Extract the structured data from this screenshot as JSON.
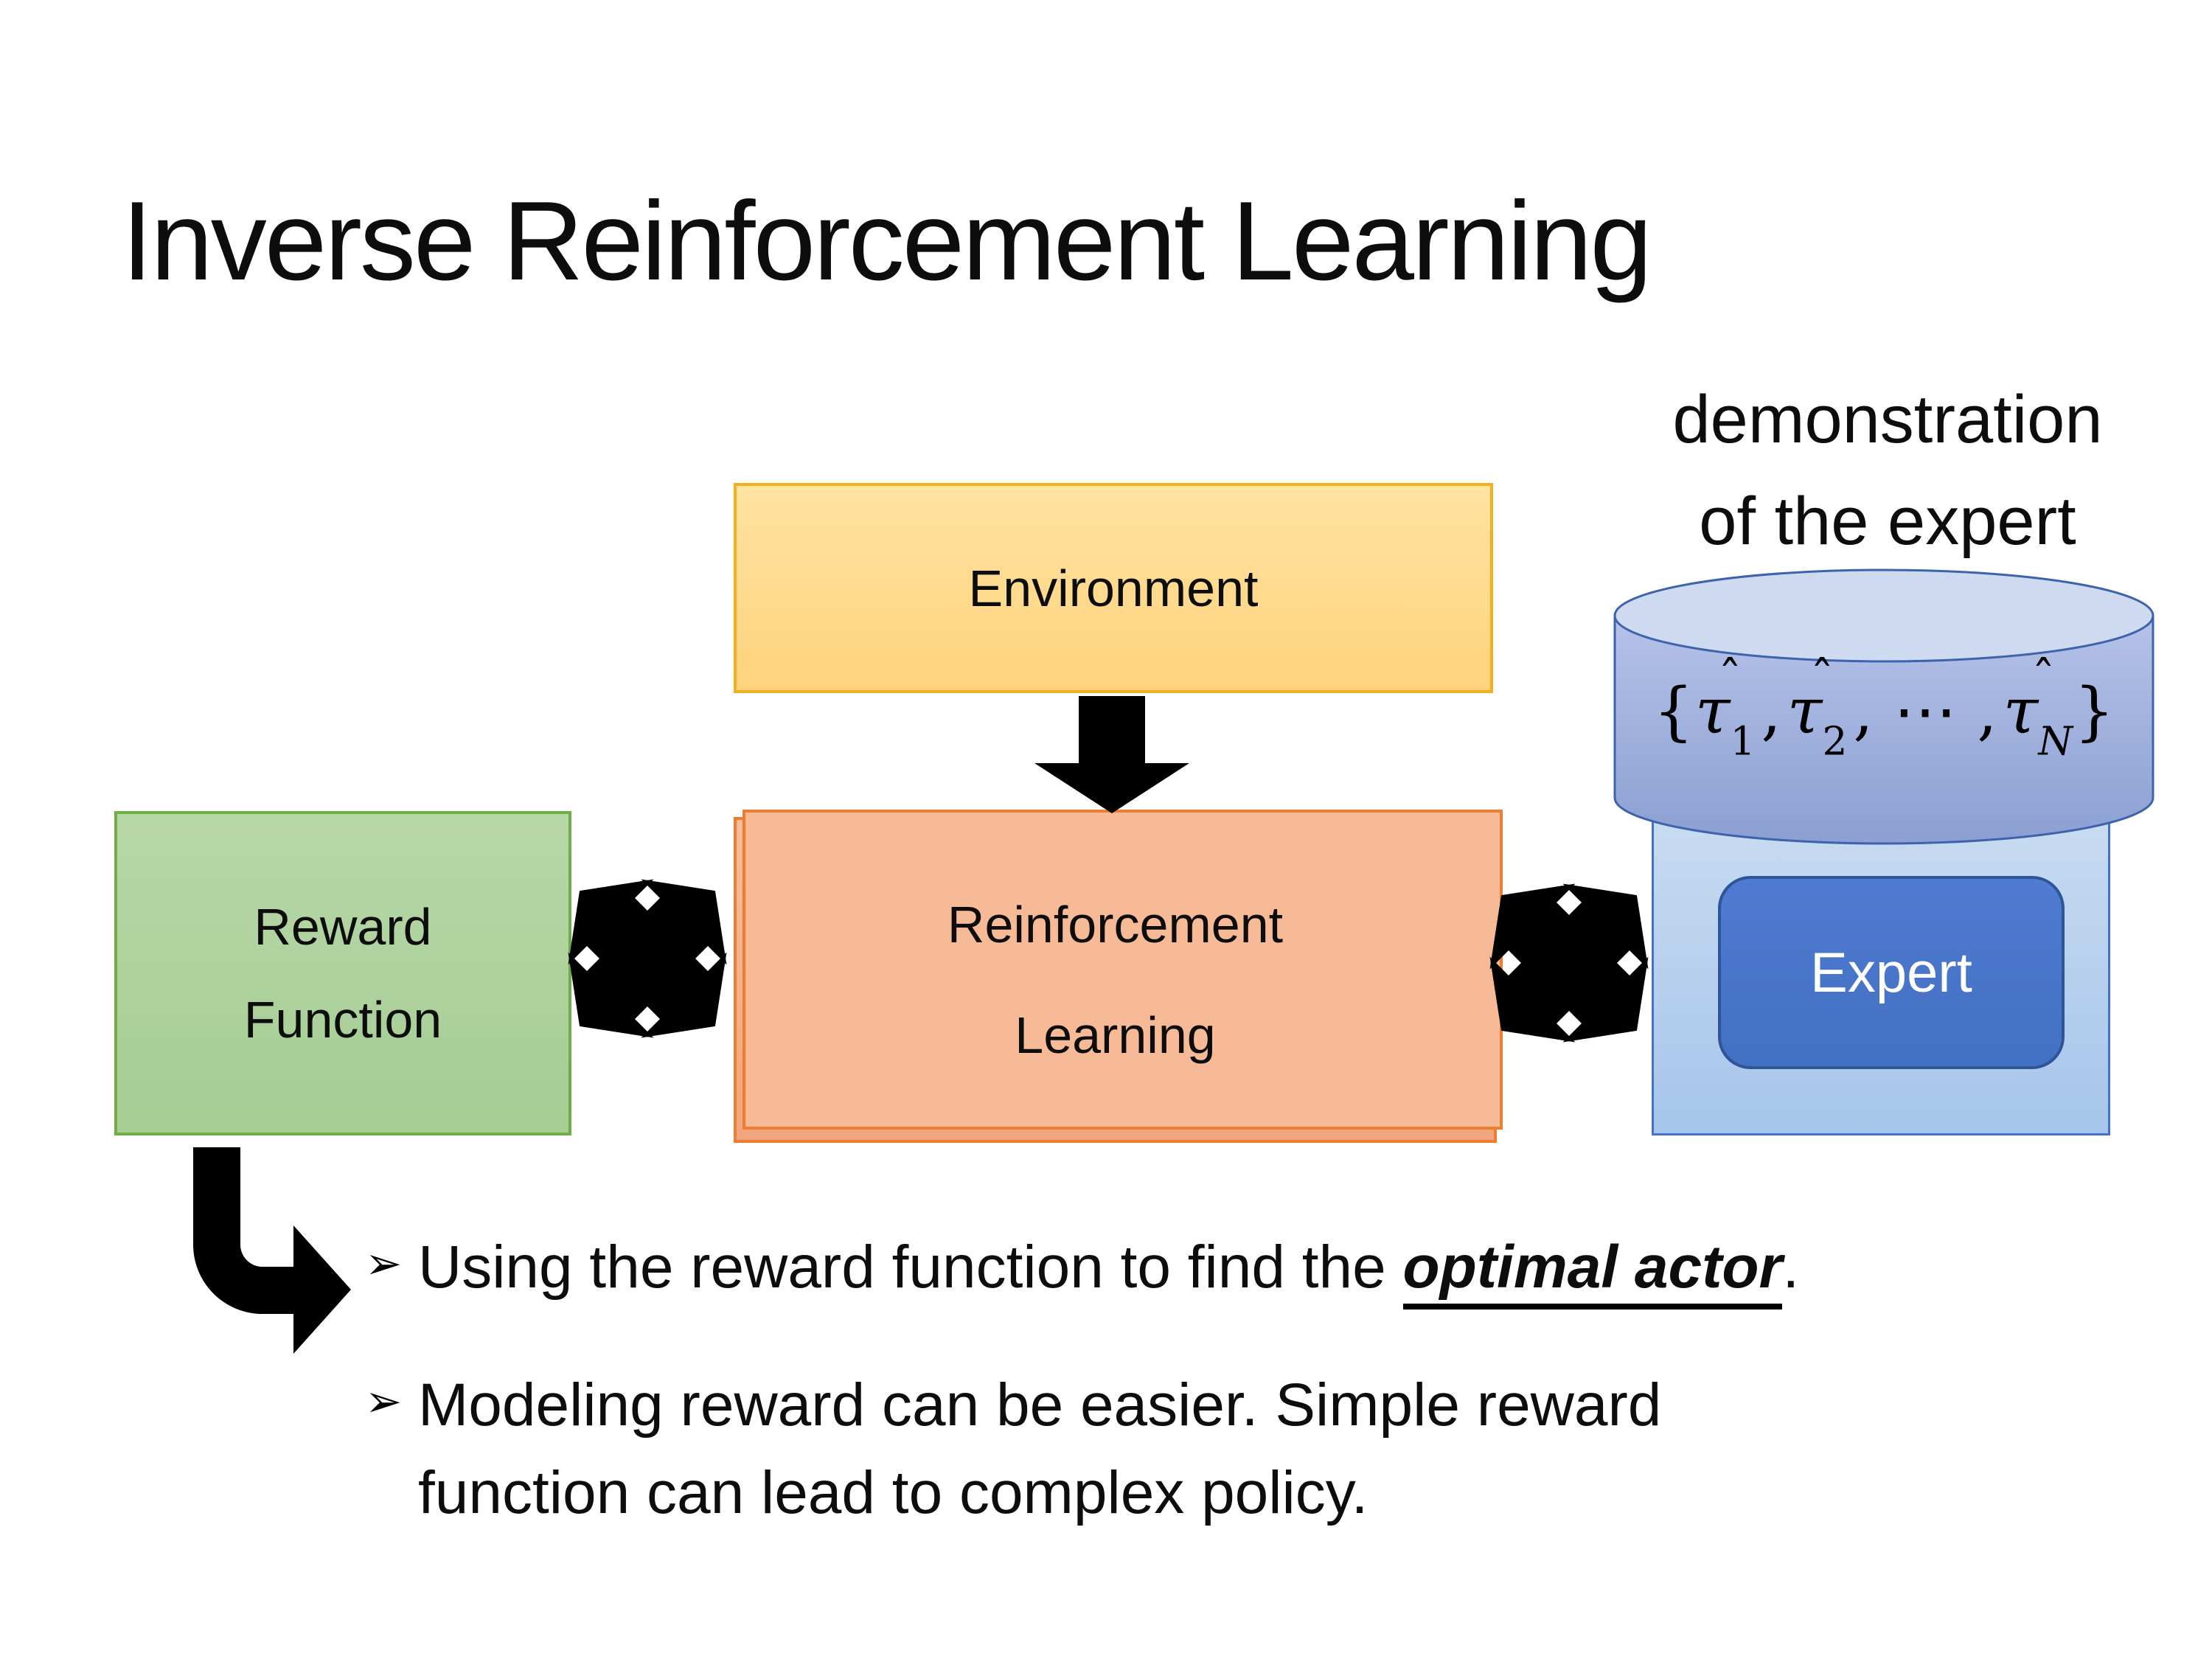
{
  "slide": {
    "title": "Inverse Reinforcement Learning"
  },
  "diagram": {
    "demo_caption": {
      "line1": "demonstration",
      "line2": "of the expert"
    },
    "environment": {
      "label": "Environment",
      "fill": "#FFD27E",
      "border": "#F2B01E"
    },
    "reward_function": {
      "label_line1": "Reward",
      "label_line2": "Function",
      "fill": "#A5CD94",
      "border": "#70AD47"
    },
    "reinforcement_learning": {
      "label_line1": "Reinforcement",
      "label_line2": "Learning",
      "fill": "#F0A57D",
      "border": "#ED7D31"
    },
    "expert": {
      "label": "Expert",
      "panel_fill": "#A6C5EA",
      "panel_border": "#4472C4",
      "badge_fill": "#4270C2",
      "badge_border": "#2F5597",
      "badge_text_color": "#FFFFFF"
    },
    "cylinder": {
      "fill": "#97A9D9",
      "border": "#3E63AD",
      "math": {
        "brace_open": "{",
        "tau": "τ",
        "hat": "ˆ",
        "sub1": "1",
        "sub2": "2",
        "subN": "N",
        "sep1": ",",
        "sep2": ", ⋯ ,",
        "brace_close": "}"
      }
    },
    "arrow_color": "#000000"
  },
  "bullets": {
    "item1": {
      "marker": "➢",
      "pre": "Using the reward function to find the ",
      "emphasis": "optimal actor",
      "post": "."
    },
    "item2": {
      "marker": "➢",
      "line1": "Modeling reward can be easier. Simple reward",
      "line2": "function can lead to complex policy."
    }
  }
}
